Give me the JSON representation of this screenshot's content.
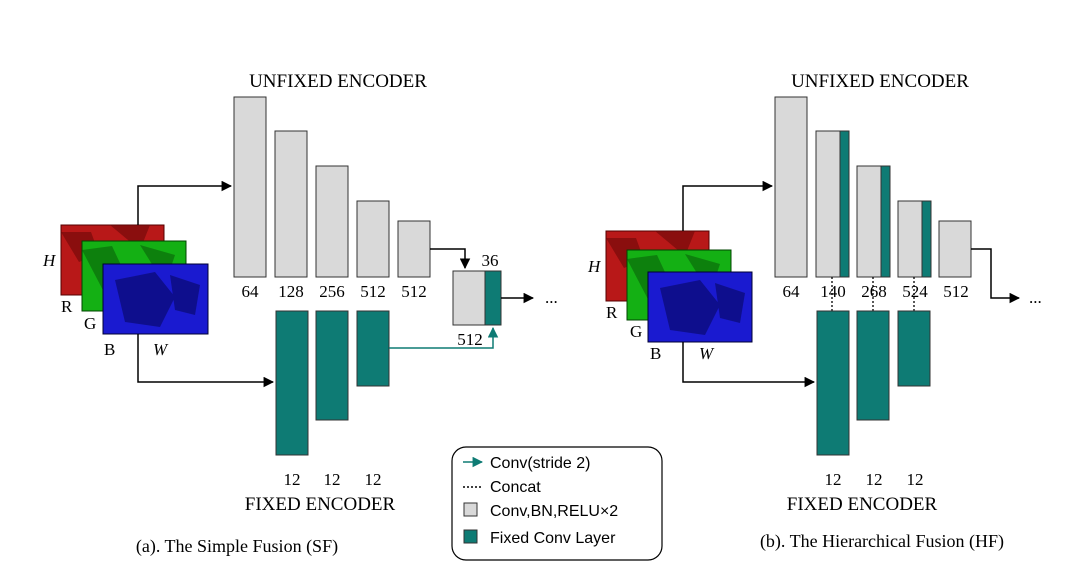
{
  "left": {
    "unfixed_title": "UNFIXED ENCODER",
    "fixed_title": "FIXED ENCODER",
    "caption": "(a). The Simple Fusion (SF)",
    "unfixed_channels": [
      "64",
      "128",
      "256",
      "512",
      "512"
    ],
    "fixed_channels": [
      "12",
      "12",
      "12"
    ],
    "fusion_out_label": "36",
    "fusion_in_label": "512",
    "ellipsis": "...",
    "input_labels": {
      "h": "H",
      "w": "W",
      "r": "R",
      "g": "G",
      "b": "B"
    }
  },
  "right": {
    "unfixed_title": "UNFIXED ENCODER",
    "fixed_title": "FIXED ENCODER",
    "caption": "(b). The Hierarchical Fusion (HF)",
    "unfixed_channels": [
      "64",
      "140",
      "268",
      "524",
      "512"
    ],
    "fixed_channels": [
      "12",
      "12",
      "12"
    ],
    "ellipsis": "...",
    "input_labels": {
      "h": "H",
      "w": "W",
      "r": "R",
      "g": "G",
      "b": "B"
    }
  },
  "legend": {
    "conv_stride": "Conv(stride 2)",
    "concat": "Concat",
    "conv_bn_relu": "Conv,BN,RELU×2",
    "fixed_conv": "Fixed Conv Layer"
  },
  "colors": {
    "gray_block": "#d9d9d9",
    "teal_block": "#0e7b74",
    "red_channel": "#c01010",
    "green_channel": "#10b010",
    "blue_channel": "#1a1ad0"
  }
}
